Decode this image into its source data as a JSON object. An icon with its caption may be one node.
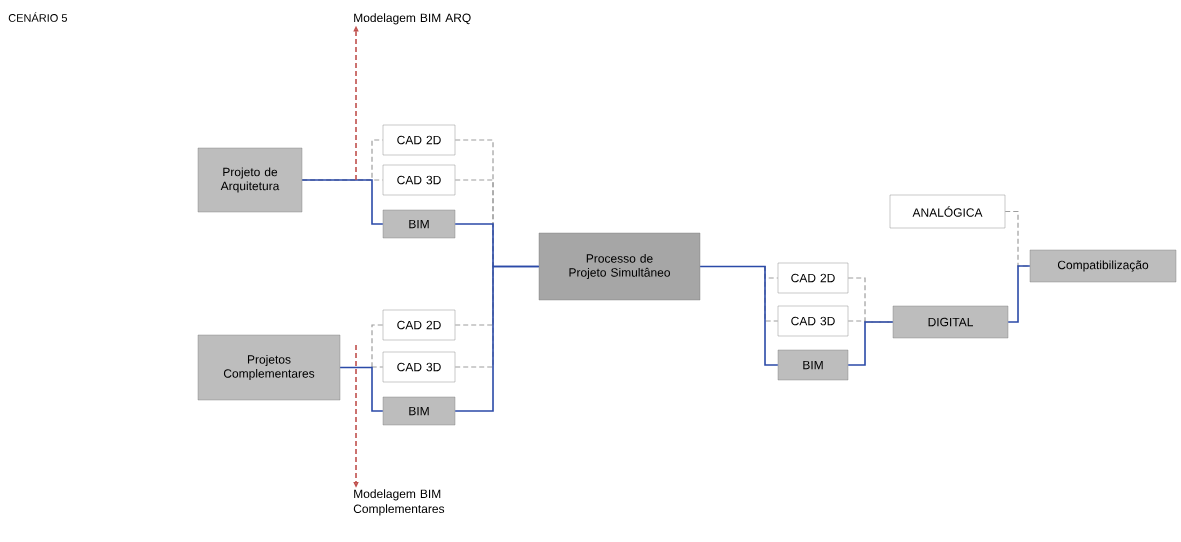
{
  "diagram": {
    "title": "CENÁRIO 5",
    "nodes": [
      {
        "text": [
          "Projeto de Arquitetura"
        ]
      },
      {
        "text": [
          "CAD 2D"
        ]
      },
      {
        "text": [
          "CAD 3D"
        ]
      },
      {
        "text": [
          "BIM"
        ]
      },
      {
        "text": [
          "Projetos Complementares"
        ]
      },
      {
        "text": [
          "CAD 2D"
        ]
      },
      {
        "text": [
          "CAD 3D"
        ]
      },
      {
        "text": [
          "BIM"
        ]
      },
      {
        "text": [
          "Processo de Projeto Simultâneo"
        ]
      },
      {
        "text": [
          "CAD 2D"
        ]
      },
      {
        "text": [
          "CAD 3D"
        ]
      },
      {
        "text": [
          "BIM"
        ]
      },
      {
        "text": [
          "DIGITAL"
        ]
      },
      {
        "text": [
          "ANALÓGICA"
        ]
      },
      {
        "text": [
          "Compatibilização"
        ]
      },
      {
        "text": [
          "Modelagem BIM ARQ"
        ]
      },
      {
        "text": [
          "Modelagem BIM Complementares"
        ]
      }
    ],
    "edges": [
      {
        "from": 0,
        "to": 1,
        "arrow": "none",
        "style": "dashed"
      },
      {
        "from": 0,
        "to": 2,
        "arrow": "none",
        "style": "dashed"
      },
      {
        "from": 0,
        "to": 3,
        "arrow": "none",
        "color": "#2b4aa8"
      },
      {
        "from": 1,
        "to": 8,
        "arrow": "none",
        "style": "dashed"
      },
      {
        "from": 2,
        "to": 8,
        "arrow": "none",
        "style": "dashed"
      },
      {
        "from": 3,
        "to": 8,
        "arrow": "none",
        "color": "#2b4aa8"
      },
      {
        "from": 4,
        "to": 5,
        "arrow": "none",
        "style": "dashed"
      },
      {
        "from": 4,
        "to": 6,
        "arrow": "none",
        "style": "dashed"
      },
      {
        "from": 4,
        "to": 7,
        "arrow": "none",
        "color": "#2b4aa8"
      },
      {
        "from": 5,
        "to": 8,
        "arrow": "none",
        "style": "dashed"
      },
      {
        "from": 6,
        "to": 8,
        "arrow": "none",
        "style": "dashed"
      },
      {
        "from": 7,
        "to": 8,
        "arrow": "none",
        "color": "#2b4aa8"
      },
      {
        "from": 8,
        "to": 9,
        "arrow": "none",
        "style": "dashed"
      },
      {
        "from": 8,
        "to": 10,
        "arrow": "none",
        "style": "dashed"
      },
      {
        "from": 8,
        "to": 11,
        "arrow": "none",
        "color": "#2b4aa8"
      },
      {
        "from": 9,
        "to": 12,
        "arrow": "none",
        "style": "dashed"
      },
      {
        "from": 10,
        "to": 12,
        "arrow": "none",
        "style": "dashed"
      },
      {
        "from": 11,
        "to": 12,
        "arrow": "none",
        "color": "#2b4aa8"
      },
      {
        "from": 13,
        "to": 14,
        "arrow": "none",
        "style": "dashed"
      },
      {
        "from": 12,
        "to": 14,
        "arrow": "none",
        "color": "#2b4aa8"
      },
      {
        "from": null,
        "to": 15,
        "arrow": "to",
        "style": "dashed",
        "color": "#c0504d"
      },
      {
        "from": null,
        "to": 16,
        "arrow": "to",
        "style": "dashed",
        "color": "#c0504d"
      }
    ]
  }
}
